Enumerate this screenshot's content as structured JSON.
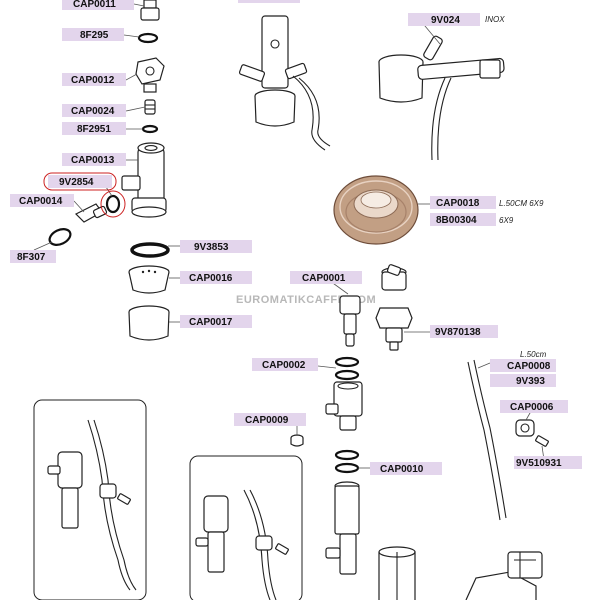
{
  "labels": {
    "cap0011": "CAP0011",
    "f295": "8F295",
    "cap0012": "CAP0012",
    "cap0024": "CAP0024",
    "f2951": "8F2951",
    "cap0013": "CAP0013",
    "v2854": "9V2854",
    "cap0014": "CAP0014",
    "f307": "8F307",
    "v3853": "9V3853",
    "cap0016": "CAP0016",
    "cap0017": "CAP0017",
    "v024": "9V024",
    "cap0018": "CAP0018",
    "b00304": "8B00304",
    "cap0001": "CAP0001",
    "v870138": "9V870138",
    "cap0002": "CAP0002",
    "cap0008": "CAP0008",
    "v393": "9V393",
    "cap0006": "CAP0006",
    "v510931": "9V510931",
    "cap0009": "CAP0009",
    "cap0010": "CAP0010"
  },
  "notes": {
    "inox": "INOX",
    "l50_6x9": "L.50CM 6X9",
    "n6x9": "6X9",
    "l50cm": "L.50cm"
  },
  "watermark": "EUROMATIKCAFFE.COM",
  "colors": {
    "label_bg": "#e3d5ec",
    "highlight": "#cc2222"
  }
}
